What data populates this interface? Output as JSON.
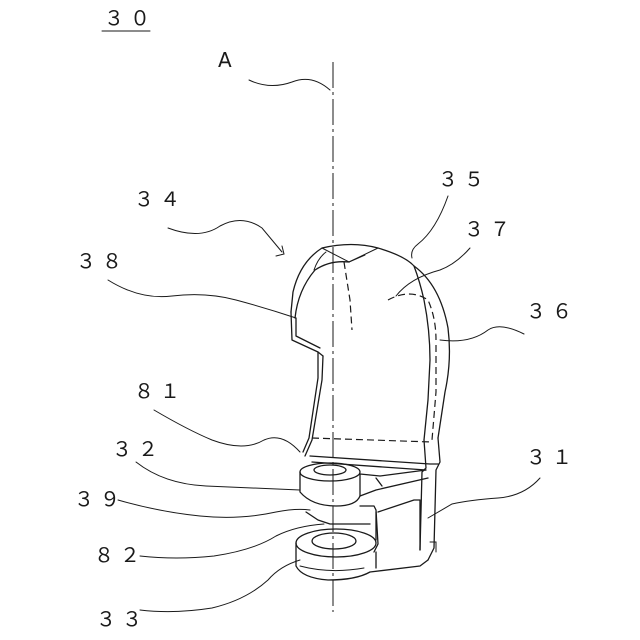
{
  "figure": {
    "figure_number": "３０",
    "labels": {
      "axis": "A",
      "l34": "３４",
      "l35": "３５",
      "l37": "３７",
      "l38": "３８",
      "l36": "３６",
      "l81": "８１",
      "l32": "３２",
      "l31": "３１",
      "l39": "３９",
      "l82": "８２",
      "l33": "３３"
    }
  }
}
